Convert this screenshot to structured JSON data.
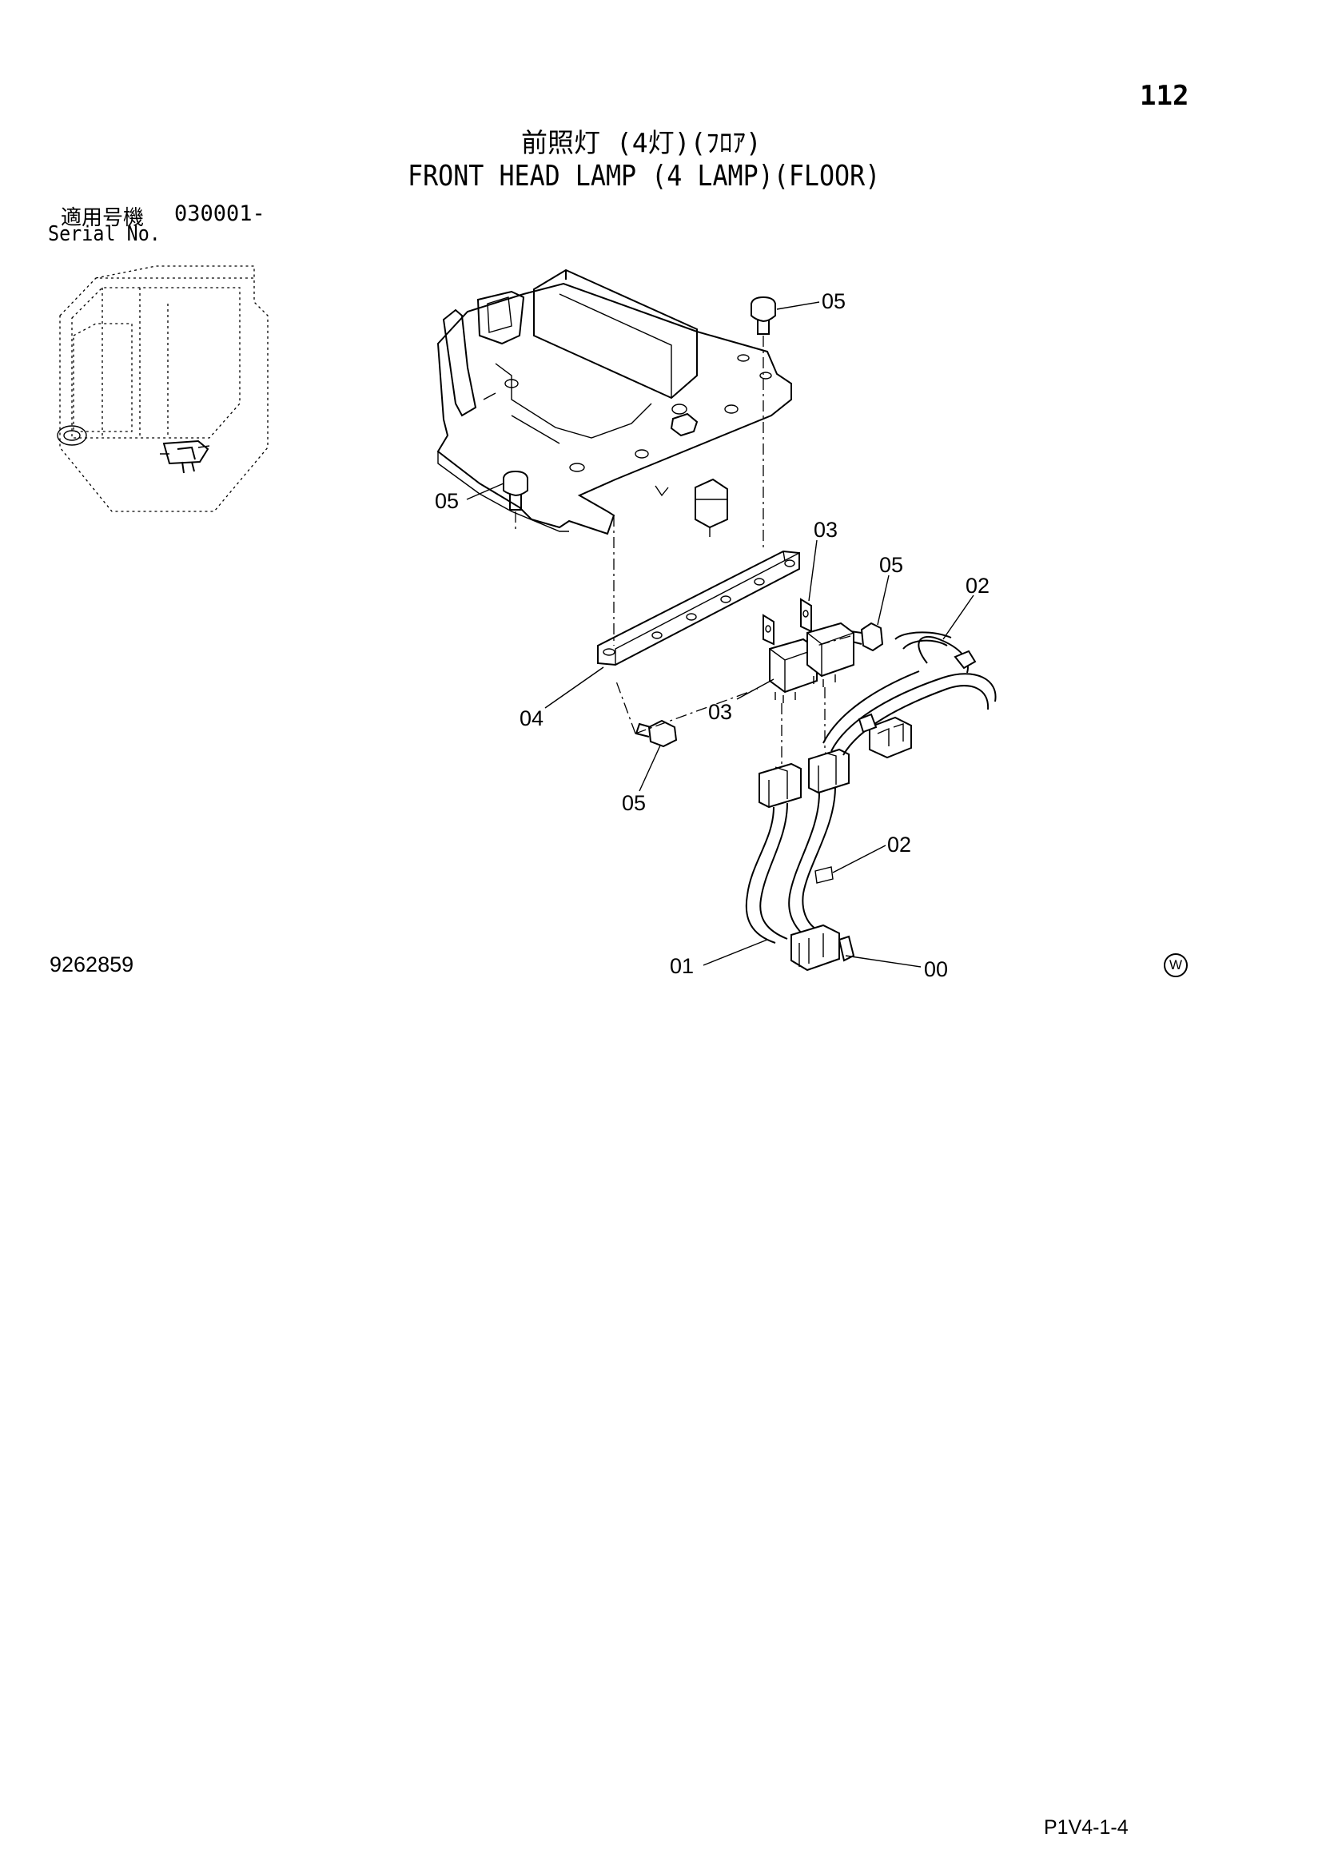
{
  "page_number": "112",
  "title_jp": "前照灯 (4灯)(ﾌﾛｱ)",
  "title_en": "FRONT HEAD LAMP (4 LAMP)(FLOOR)",
  "serial": {
    "label_jp": "適用号機",
    "value": "030001-",
    "label_en": "Serial No."
  },
  "drawing_number": "9262859",
  "watermark_symbol": "W",
  "page_code": "P1V4-1-4",
  "callouts": {
    "c05_top": "05",
    "c05_left": "05",
    "c03_top": "03",
    "c05_right": "05",
    "c02_top": "02",
    "c04": "04",
    "c03_mid": "03",
    "c05_bottom": "05",
    "c02_mid": "02",
    "c01": "01",
    "c00": "00"
  }
}
